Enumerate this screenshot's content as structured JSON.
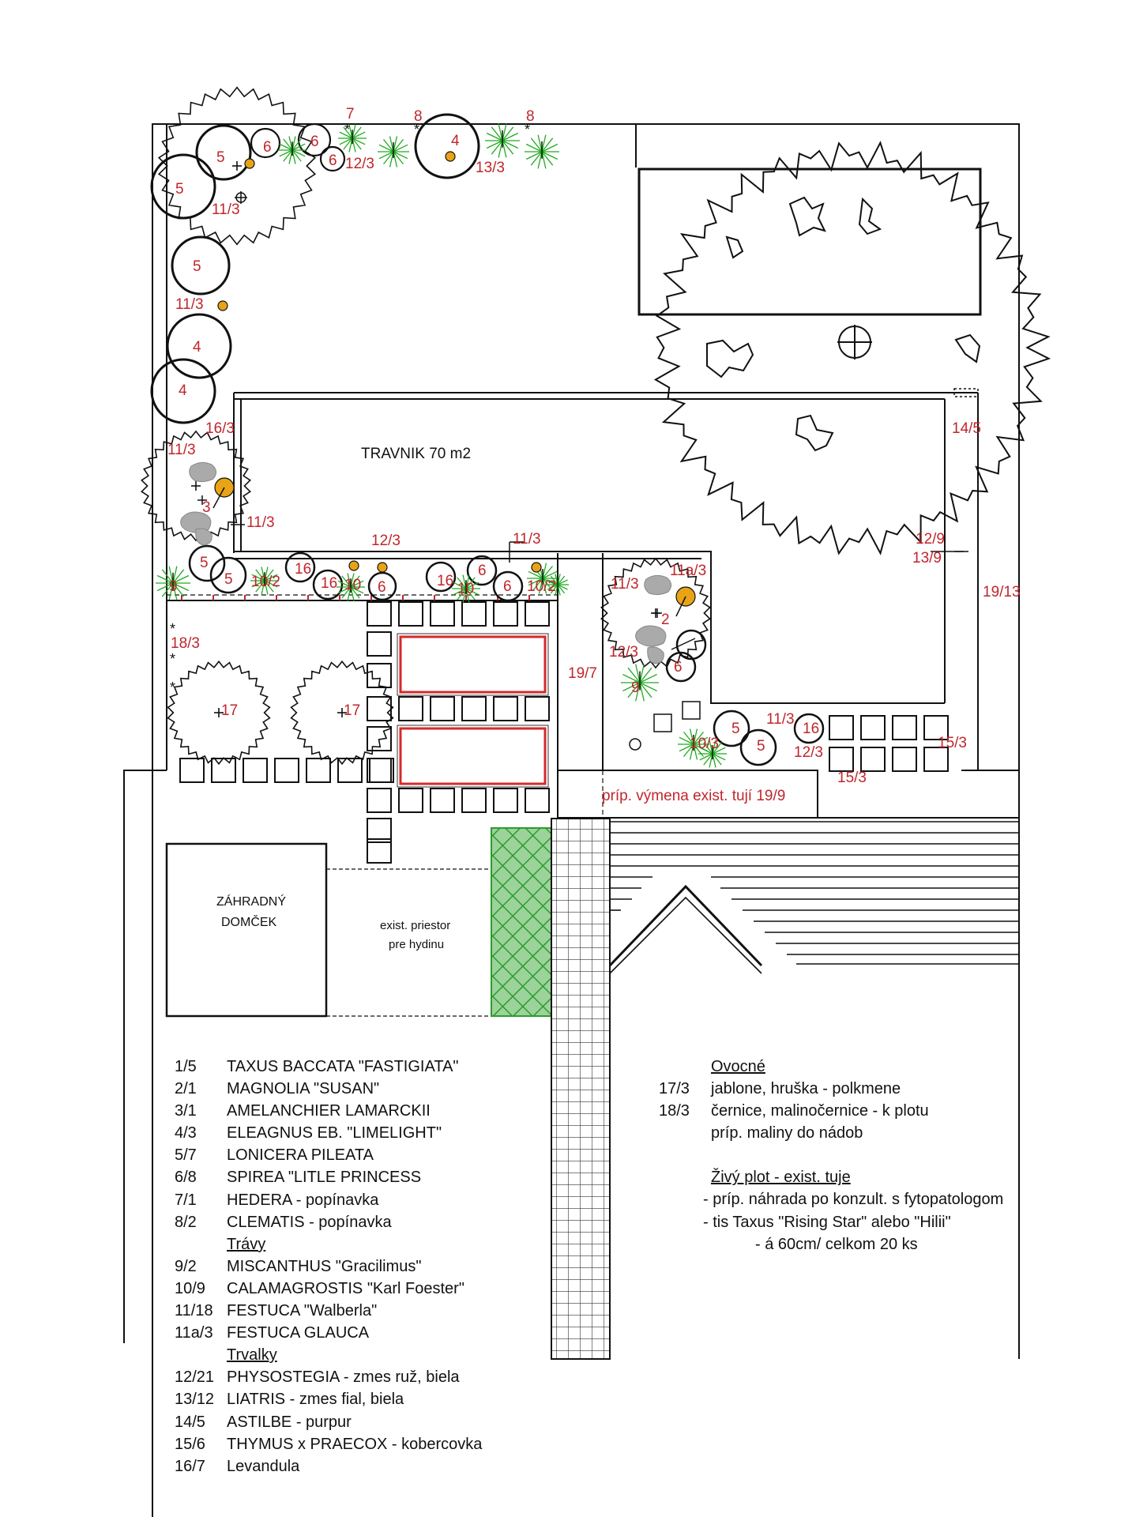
{
  "colors": {
    "ink": "#111111",
    "label": "#c0262c",
    "fill_orange": "#e8a317",
    "grass": "#1faa1f",
    "bed_outline": "#d42a2a",
    "hatch": "#2e9b2e",
    "stone": "#aaaaaa"
  },
  "areas": {
    "lawn": "TRAVNIK 70 m2",
    "shed": [
      "ZÁHRADNÝ",
      "DOMČEK"
    ],
    "poultry": [
      "exist. priestor",
      "pre hydinu"
    ],
    "hedge_note": "príp. výmena exist. tují 19/9"
  },
  "plant_labels": [
    {
      "id": "tl7",
      "text": "7"
    },
    {
      "id": "tl8a",
      "text": "8"
    },
    {
      "id": "tl8b",
      "text": "8"
    },
    {
      "id": "c5a",
      "text": "5"
    },
    {
      "id": "c6a",
      "text": "6"
    },
    {
      "id": "c6b",
      "text": "6"
    },
    {
      "id": "c6c",
      "text": "6"
    },
    {
      "id": "t123",
      "text": "12/3"
    },
    {
      "id": "c4a",
      "text": "4"
    },
    {
      "id": "t133",
      "text": "13/3"
    },
    {
      "id": "c5b",
      "text": "5"
    },
    {
      "id": "t113a",
      "text": "11/3"
    },
    {
      "id": "c5c",
      "text": "5"
    },
    {
      "id": "t113b",
      "text": "11/3"
    },
    {
      "id": "c4b",
      "text": "4"
    },
    {
      "id": "c4c",
      "text": "4"
    },
    {
      "id": "t163",
      "text": "16/3"
    },
    {
      "id": "t113c",
      "text": "11/3"
    },
    {
      "id": "t3",
      "text": "3"
    },
    {
      "id": "t113d",
      "text": "11/3"
    },
    {
      "id": "c5d",
      "text": "5"
    },
    {
      "id": "c5e",
      "text": "5"
    },
    {
      "id": "t9a",
      "text": "9"
    },
    {
      "id": "t102a",
      "text": "10/2"
    },
    {
      "id": "c16a",
      "text": "16"
    },
    {
      "id": "c16b",
      "text": "16"
    },
    {
      "id": "t10a",
      "text": "10"
    },
    {
      "id": "c6d",
      "text": "6"
    },
    {
      "id": "t123b",
      "text": "12/3"
    },
    {
      "id": "c16c",
      "text": "16"
    },
    {
      "id": "t10b",
      "text": "10"
    },
    {
      "id": "c6e",
      "text": "6"
    },
    {
      "id": "c6f",
      "text": "6"
    },
    {
      "id": "t113e",
      "text": "11/3"
    },
    {
      "id": "t102b",
      "text": "10/2"
    },
    {
      "id": "t113f",
      "text": "11/3"
    },
    {
      "id": "t11a3",
      "text": "11a/3"
    },
    {
      "id": "t2",
      "text": "2"
    },
    {
      "id": "t123c",
      "text": "12/3"
    },
    {
      "id": "c6g",
      "text": "6"
    },
    {
      "id": "t9b",
      "text": "9"
    },
    {
      "id": "t197",
      "text": "19/7"
    },
    {
      "id": "t145",
      "text": "14/5"
    },
    {
      "id": "t129",
      "text": "12/9"
    },
    {
      "id": "t139",
      "text": "13/9"
    },
    {
      "id": "t1913",
      "text": "19/13"
    },
    {
      "id": "t183",
      "text": "18/3"
    },
    {
      "id": "t17a",
      "text": "17"
    },
    {
      "id": "t17b",
      "text": "17"
    },
    {
      "id": "c5f",
      "text": "5"
    },
    {
      "id": "c5g",
      "text": "5"
    },
    {
      "id": "t113g",
      "text": "11/3"
    },
    {
      "id": "c16d",
      "text": "16"
    },
    {
      "id": "t123d",
      "text": "12/3"
    },
    {
      "id": "t103",
      "text": "10/3"
    },
    {
      "id": "t153a",
      "text": "15/3"
    },
    {
      "id": "t153b",
      "text": "15/3"
    }
  ],
  "legend": [
    {
      "code": "1/5",
      "name": "TAXUS BACCATA \"FASTIGIATA\""
    },
    {
      "code": "2/1",
      "name": "MAGNOLIA \"SUSAN\""
    },
    {
      "code": "3/1",
      "name": "AMELANCHIER LAMARCKII"
    },
    {
      "code": "4/3",
      "name": "ELEAGNUS EB. \"LIMELIGHT\""
    },
    {
      "code": "5/7",
      "name": "LONICERA PILEATA"
    },
    {
      "code": "6/8",
      "name": "SPIREA \"LITLE PRINCESS"
    },
    {
      "code": "7/1",
      "name": "HEDERA - popínavka"
    },
    {
      "code": "8/2",
      "name": "CLEMATIS - popínavka"
    },
    {
      "code": "",
      "name": "Trávy",
      "heading": true
    },
    {
      "code": "9/2",
      "name": "MISCANTHUS \"Gracilimus\""
    },
    {
      "code": "10/9",
      "name": "CALAMAGROSTIS \"Karl Foester\""
    },
    {
      "code": "11/18",
      "name": "FESTUCA \"Walberla\""
    },
    {
      "code": "11a/3",
      "name": "FESTUCA GLAUCA"
    },
    {
      "code": "",
      "name": "Trvalky",
      "heading": true
    },
    {
      "code": "12/21",
      "name": "PHYSOSTEGIA - zmes ruž, biela"
    },
    {
      "code": "13/12",
      "name": "LIATRIS - zmes fial, biela"
    },
    {
      "code": "14/5",
      "name": "ASTILBE - purpur"
    },
    {
      "code": "15/6",
      "name": "THYMUS x PRAECOX - kobercovka"
    },
    {
      "code": "16/7",
      "name": "Levandula"
    }
  ],
  "fruit": {
    "heading": "Ovocné",
    "items": [
      {
        "code": "17/3",
        "name": "jablone, hruška - polkmene"
      },
      {
        "code": "18/3",
        "name": "černice, malinočernice - k plotu"
      },
      {
        "code": "",
        "name": "príp. maliny do nádob"
      }
    ]
  },
  "hedge": {
    "heading": "Živý plot - exist. tuje",
    "lines": [
      "- príp. náhrada po konzult. s fytopatologom",
      "- tis Taxus \"Rising Star\" alebo \"Hilii\"",
      "- á 60cm/ celkom 20 ks"
    ]
  }
}
